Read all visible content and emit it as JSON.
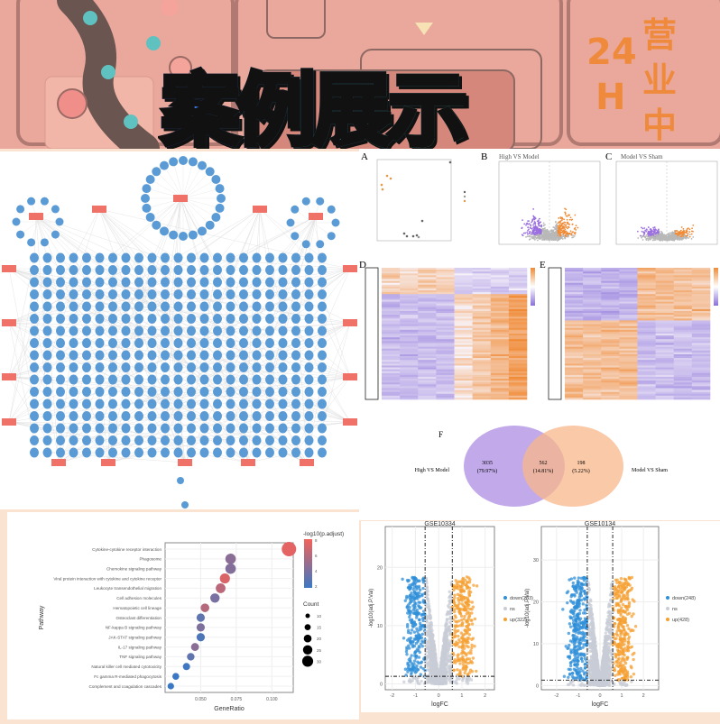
{
  "banner": {
    "title": "案例展示",
    "badge_number": "24",
    "badge_unit": "H",
    "badge_chars": [
      "营",
      "业",
      "中"
    ]
  },
  "colors": {
    "node": "#5b9bd5",
    "hub": "#f07167",
    "up": "#f5a033",
    "down": "#2f8fd8",
    "ns": "#c8ccd6",
    "venn_left": "#b79be6",
    "venn_right": "#f8b78a",
    "heat_high": "#f08a35",
    "heat_low": "#9b86df"
  },
  "panels": {
    "A": {
      "letter": "A"
    },
    "B": {
      "letter": "B",
      "title": "High VS Model"
    },
    "C": {
      "letter": "C",
      "title": "Model VS Sham"
    },
    "D": {
      "letter": "D"
    },
    "E": {
      "letter": "E"
    },
    "F": {
      "letter": "F"
    }
  },
  "chart_data": [
    {
      "type": "venn",
      "sets": [
        {
          "name": "High VS Model",
          "only": "3035",
          "only_pct": "(79.97%)"
        },
        {
          "name": "Model VS Sham",
          "only": "198",
          "only_pct": "(5.22%)"
        }
      ],
      "intersection": "562",
      "intersection_pct": "(14.81%)"
    },
    {
      "type": "scatter",
      "subtype": "bubble",
      "xlabel": "GeneRatio",
      "ylabel": "Pathway",
      "xticks": [
        "0.050",
        "0.075",
        "0.100"
      ],
      "xlim": [
        0.025,
        0.115
      ],
      "color_legend": {
        "title": "-log10(p.adjust)",
        "ticks": [
          "8",
          "6",
          "4",
          "2"
        ],
        "range": [
          2,
          8
        ],
        "low": "#3b78c4",
        "high": "#f2625a"
      },
      "size_legend": {
        "title": "Count",
        "ticks": [
          "10",
          "15",
          "20",
          "25",
          "30"
        ]
      },
      "pathways": [
        {
          "name": "Cytokine-cytokine receptor interaction",
          "ratio": 0.112,
          "padj": 7.5,
          "count": 30
        },
        {
          "name": "Phagosome",
          "ratio": 0.071,
          "padj": 4.6,
          "count": 19
        },
        {
          "name": "Chemokine signaling pathway",
          "ratio": 0.071,
          "padj": 4.4,
          "count": 19
        },
        {
          "name": "Viral protein interaction with cytokine and cytokine receptor",
          "ratio": 0.067,
          "padj": 7.2,
          "count": 18
        },
        {
          "name": "Leukocyte transendothelial migration",
          "ratio": 0.064,
          "padj": 6.2,
          "count": 17
        },
        {
          "name": "Cell adhesion molecules",
          "ratio": 0.06,
          "padj": 4.0,
          "count": 16
        },
        {
          "name": "Hematopoietic cell lineage",
          "ratio": 0.053,
          "padj": 6.0,
          "count": 14
        },
        {
          "name": "Osteoclast differentiation",
          "ratio": 0.05,
          "padj": 3.2,
          "count": 13
        },
        {
          "name": "NF-kappa B signaling pathway",
          "ratio": 0.05,
          "padj": 4.2,
          "count": 13
        },
        {
          "name": "JAK-STAT signaling pathway",
          "ratio": 0.05,
          "padj": 2.6,
          "count": 13
        },
        {
          "name": "IL-17 signaling pathway",
          "ratio": 0.046,
          "padj": 4.6,
          "count": 12
        },
        {
          "name": "TNF signaling pathway",
          "ratio": 0.043,
          "padj": 3.2,
          "count": 11
        },
        {
          "name": "Natural killer cell mediated cytotoxicity",
          "ratio": 0.04,
          "padj": 2.2,
          "count": 10
        },
        {
          "name": "Fc gamma R-mediated phagocytosis",
          "ratio": 0.0325,
          "padj": 2.0,
          "count": 9
        },
        {
          "name": "Complement and coagulation cascades",
          "ratio": 0.029,
          "padj": 2.0,
          "count": 8
        }
      ]
    },
    {
      "type": "scatter",
      "subtype": "volcano",
      "title": "GSE10334",
      "xlabel": "logFC",
      "ylabel": "-log10(adj.P.Val)",
      "xticks": [
        "-2",
        "-1",
        "0",
        "1",
        "2"
      ],
      "yticks": [
        "0",
        "10",
        "20"
      ],
      "xlim": [
        -2.3,
        2.4
      ],
      "ylim": [
        -1,
        27
      ],
      "fc_threshold": 0.585,
      "p_threshold": 1.3,
      "legend": [
        "down(283)",
        "ns",
        "up(322)"
      ]
    },
    {
      "type": "scatter",
      "subtype": "volcano",
      "title": "GSE10134",
      "xlabel": "logFC",
      "ylabel": "-log10(adj.P.Val)",
      "xticks": [
        "-2",
        "-1",
        "0",
        "1",
        "2"
      ],
      "yticks": [
        "0",
        "10",
        "20",
        "30"
      ],
      "xlim": [
        -2.7,
        2.7
      ],
      "ylim": [
        -1,
        38
      ],
      "fc_threshold": 0.585,
      "p_threshold": 1.3,
      "legend": [
        "down(248)",
        "ns",
        "up(428)"
      ]
    }
  ]
}
